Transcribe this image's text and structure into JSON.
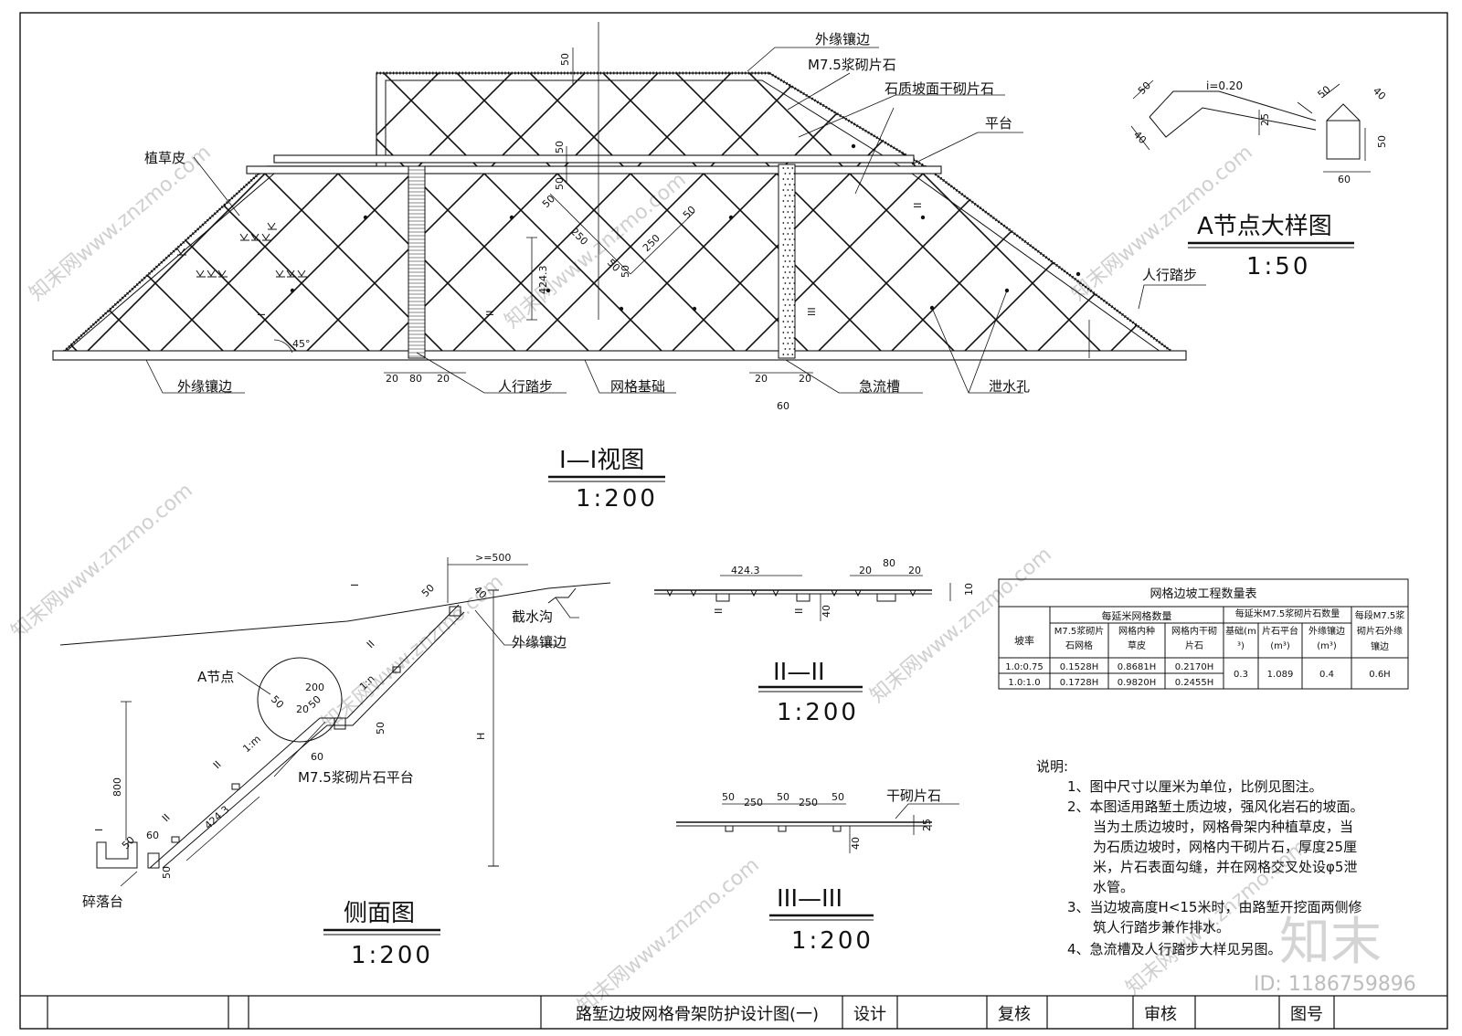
{
  "main_view": {
    "labels": {
      "outer_edge_top": "外缘镶边",
      "mortar_stone": "M7.5浆砌片石",
      "dry_stone_surface": "石质坡面干砌片石",
      "platform": "平台",
      "grass": "植草皮",
      "steps_right": "人行踏步",
      "outer_edge_bottom": "外缘镶边",
      "steps_bottom": "人行踏步",
      "grid_foundation": "网格基础",
      "chute": "急流槽",
      "drain_holes": "泄水孔",
      "angle": "45°"
    },
    "dims": [
      "50",
      "50",
      "50",
      "50",
      "250",
      "250",
      "50",
      "50",
      "424.3",
      "50",
      "20",
      "80",
      "20",
      "20",
      "20",
      "60"
    ],
    "section_marks": [
      "I",
      "II",
      "III",
      "II",
      "III"
    ],
    "title": "I—I视图",
    "scale": "1:200"
  },
  "node_detail": {
    "title": "A节点大样图",
    "scale": "1:50",
    "dims": [
      "50",
      "i=0.20",
      "50",
      "40",
      "40",
      "25",
      "50",
      "60"
    ]
  },
  "side_view": {
    "labels": {
      "intercept_ditch": "截水沟",
      "outer_edge": "外缘镶边",
      "node_a": "A节点",
      "mortar_platform": "M7.5浆砌片石平台",
      "debris_platform": "碎落台",
      "slope_n": "1:n",
      "slope_m": "1:m",
      "height": "H"
    },
    "dims": [
      ">=500",
      "50",
      "40",
      "200",
      "50",
      "20",
      "50",
      "50",
      "60",
      "800",
      "50",
      "424.3",
      "60",
      "50"
    ],
    "section_marks": [
      "I",
      "I",
      "II",
      "II",
      "II"
    ],
    "title": "侧面图",
    "scale": "1:200"
  },
  "section_2": {
    "title": "II—II",
    "scale": "1:200",
    "dims": [
      "424.3",
      "20",
      "80",
      "20",
      "10",
      "40"
    ]
  },
  "section_3": {
    "title": "III—III",
    "scale": "1:200",
    "label": "干砌片石",
    "dims": [
      "50",
      "250",
      "50",
      "250",
      "50",
      "25",
      "40"
    ]
  },
  "quantity_table": {
    "title": "网格边坡工程数量表",
    "group_headers": [
      "每延米网格数量",
      "每延米M7.5浆砌片石数量",
      "每段M7.5浆砌片石外缘镶边"
    ],
    "col_slope": "坡率",
    "columns": [
      "M7.5浆砌片石网格",
      "网格内种草皮",
      "网格内干砌片石",
      "基础(m³)",
      "片石平台(m³)",
      "外缘镶边(m³)"
    ],
    "rows": [
      {
        "slope": "1.0:0.75",
        "grid": "0.1528H",
        "grass": "0.8681H",
        "dry": "0.2170H"
      },
      {
        "slope": "1.0:1.0",
        "grid": "0.1728H",
        "grass": "0.9820H",
        "dry": "0.2455H"
      }
    ],
    "merged": {
      "foundation": "0.3",
      "platform": "1.089",
      "edge": "0.4",
      "segment_edge": "0.6H"
    }
  },
  "notes": {
    "heading": "说明:",
    "items": [
      "1、图中尺寸以厘米为单位，比例见图注。",
      "2、本图适用路堑土质边坡，强风化岩石的坡面。",
      "当为土质边坡时，网格骨架内种植草皮，当",
      "为石质边坡时，网格内干砌片石，厚度25厘",
      "米，片石表面勾缝，并在网格交叉处设φ5泄",
      "水管。",
      "3、当边坡高度H<15米时，由路堑开挖面两侧修",
      "筑人行踏步兼作排水。",
      "4、急流槽及人行踏步大样见另图。"
    ]
  },
  "title_block": {
    "title": "路堑边坡网格骨架防护设计图(一)",
    "design": "设计",
    "review": "复核",
    "approve": "审核",
    "drawing_no": "图号"
  },
  "watermark": {
    "site": "知末网www.znzmo.com",
    "brand": "知末",
    "id": "ID: 1186759896"
  }
}
